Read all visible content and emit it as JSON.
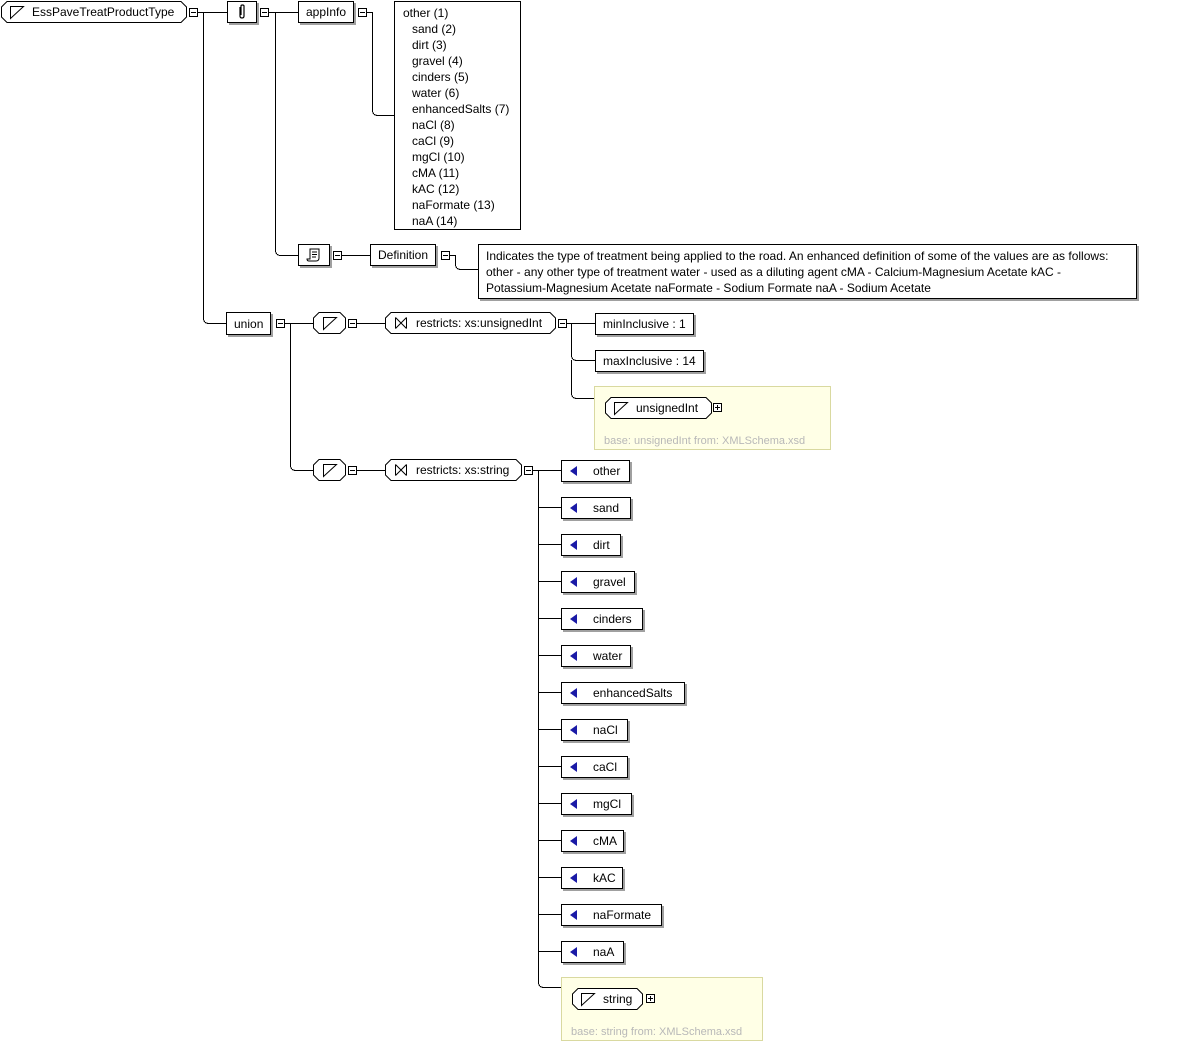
{
  "root": {
    "name": "EssPaveTreatProductType"
  },
  "annotation": {
    "appinfo_label": "appInfo",
    "appinfo_lines": [
      "other (1)",
      "sand (2)",
      "dirt (3)",
      "gravel (4)",
      "cinders (5)",
      "water (6)",
      "enhancedSalts (7)",
      "naCl (8)",
      "caCl (9)",
      "mgCl (10)",
      "cMA (11)",
      "kAC (12)",
      "naFormate (13)",
      "naA (14)"
    ],
    "definition_label": "Definition",
    "definition_lines": [
      "Indicates the type of treatment being applied to the road.  An enhanced definition of some of the values are as follows:",
      "other - any other type of treatment water - used as a diluting agent cMA - Calcium-Magnesium Acetate kAC -",
      "Potassium-Magnesium Acetate naFormate - Sodium Formate naA - Sodium Acetate"
    ]
  },
  "union": {
    "label": "union",
    "int_branch": {
      "restriction_label": "restricts: xs:unsignedInt",
      "facets": [
        "minInclusive : 1",
        "maxInclusive : 14"
      ],
      "base_type": "unsignedInt",
      "base_note": "base: unsignedInt from: XMLSchema.xsd"
    },
    "string_branch": {
      "restriction_label": "restricts: xs:string",
      "enumerations": [
        "other",
        "sand",
        "dirt",
        "gravel",
        "cinders",
        "water",
        "enhancedSalts",
        "naCl",
        "caCl",
        "mgCl",
        "cMA",
        "kAC",
        "naFormate",
        "naA"
      ],
      "base_type": "string",
      "base_note": "base: string from: XMLSchema.xsd"
    }
  },
  "colors": {
    "enum_marker": "#1a1aa6",
    "base_box": "#ffffe6",
    "base_text": "#b8b8b8",
    "shadow": "#a0a0a0"
  }
}
